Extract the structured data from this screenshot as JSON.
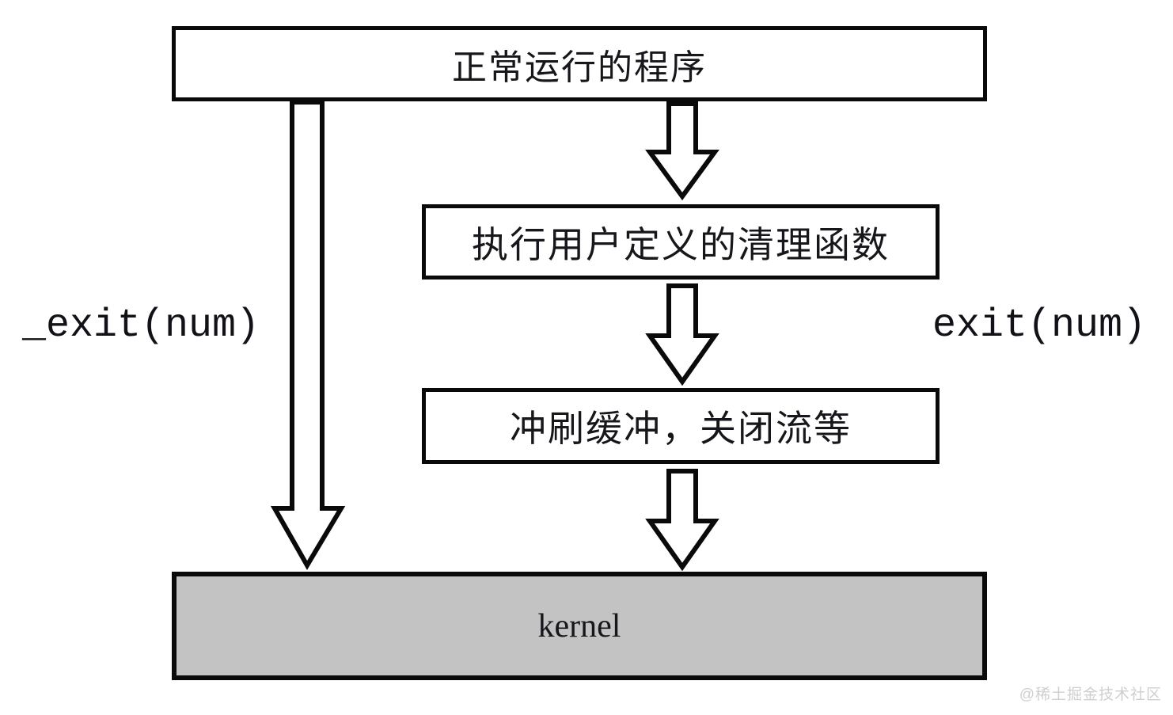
{
  "diagram": {
    "title_boxes": {
      "program": "正常运行的程序",
      "cleanup": "执行用户定义的清理函数",
      "flush": "冲刷缓冲，关闭流等",
      "kernel": "kernel"
    },
    "labels": {
      "direct_exit": "_exit(num)",
      "library_exit": "exit(num)"
    },
    "arrows": {
      "program_to_cleanup": "down-arrow-icon",
      "cleanup_to_flush": "down-arrow-icon",
      "flush_to_kernel": "down-arrow-icon",
      "program_to_kernel": "long-down-arrow-icon"
    },
    "colors": {
      "stroke": "#0a0a0a",
      "box_fill": "#ffffff",
      "kernel_fill": "#c3c3c3",
      "text": "#16161b",
      "watermark": "#cfcfcf"
    }
  },
  "watermark": "@稀土掘金技术社区"
}
